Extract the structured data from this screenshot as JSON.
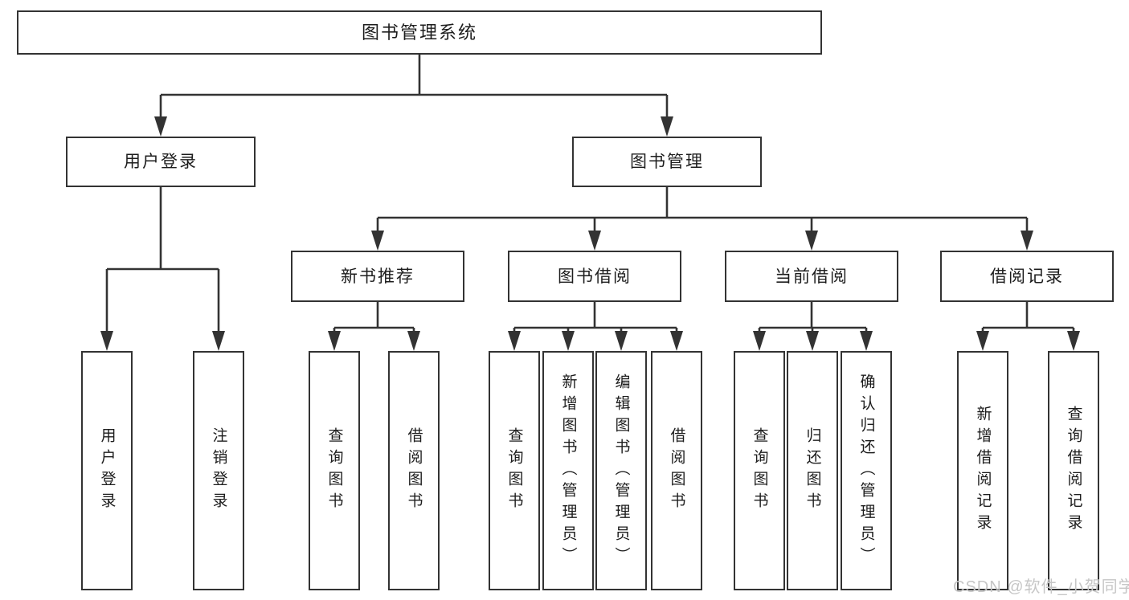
{
  "tree": {
    "label": "图书管理系统",
    "children": [
      {
        "label": "用户登录",
        "children": [
          {
            "label": "用户登录"
          },
          {
            "label": "注销登录"
          }
        ]
      },
      {
        "label": "图书管理",
        "children": [
          {
            "label": "新书推荐",
            "children": [
              {
                "label": "查询图书"
              },
              {
                "label": "借阅图书"
              }
            ]
          },
          {
            "label": "图书借阅",
            "children": [
              {
                "label": "查询图书"
              },
              {
                "label": "新增图书（管理员）"
              },
              {
                "label": "编辑图书（管理员）"
              },
              {
                "label": "借阅图书"
              }
            ]
          },
          {
            "label": "当前借阅",
            "children": [
              {
                "label": "查询图书"
              },
              {
                "label": "归还图书"
              },
              {
                "label": "确认归还（管理员）"
              }
            ]
          },
          {
            "label": "借阅记录",
            "children": [
              {
                "label": "新增借阅记录"
              },
              {
                "label": "查询借阅记录"
              }
            ]
          }
        ]
      }
    ]
  },
  "watermark": {
    "text": "CSDN @软件_小贺同学"
  },
  "colors": {
    "line": "#333333",
    "text": "#1d1d1d",
    "box_bg": "#ffffff",
    "background": "#ffffff",
    "watermark": "#c6c6c6"
  }
}
